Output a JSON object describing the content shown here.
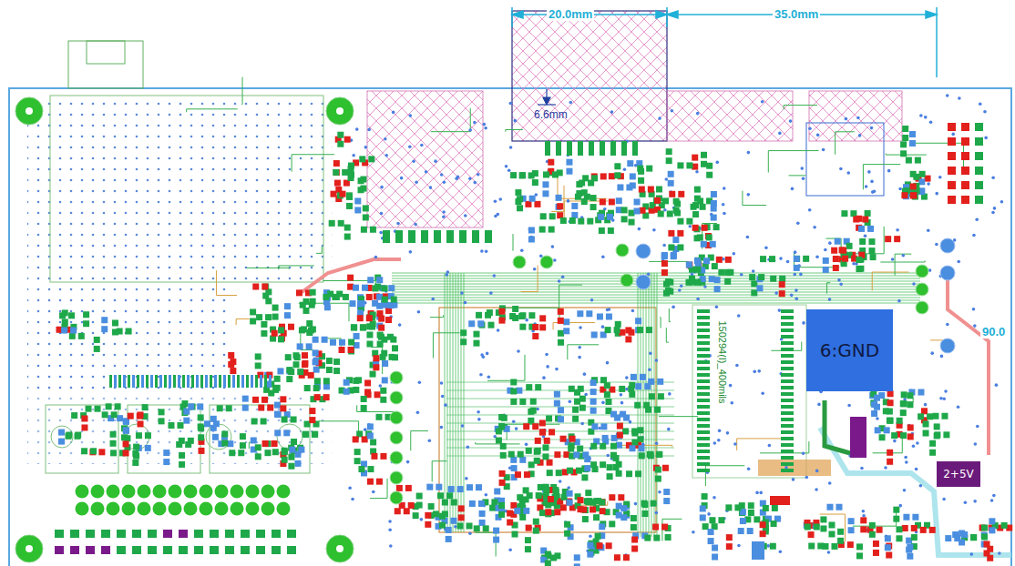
{
  "diagram": {
    "nodes": [
      {
        "text": [
          "6:GND"
        ]
      },
      {
        "text": [
          "2+5V"
        ]
      }
    ],
    "labels": [
      "20.0mm",
      "35.0mm",
      "6.6mm",
      "90.0",
      "150294(I)_400mils"
    ]
  }
}
